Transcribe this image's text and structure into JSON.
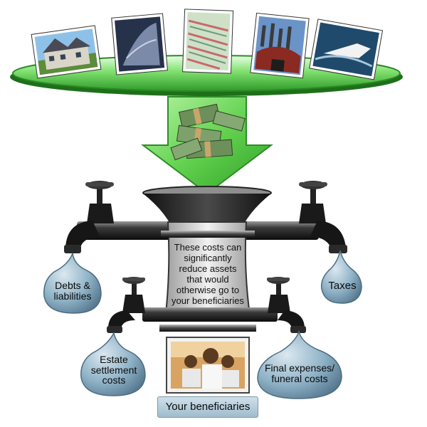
{
  "asset_icons": [
    "house-photo",
    "sailboat-photo",
    "stock-certificates-photo",
    "factory-photo",
    "speedboat-photo"
  ],
  "money_icon": "cash-bundles",
  "center_text": [
    "These costs can",
    "significantly",
    "reduce assets",
    "that would",
    "otherwise go to",
    "your beneficiaries"
  ],
  "drops": {
    "debts": [
      "Debts &",
      "liabilities"
    ],
    "taxes": [
      "Taxes"
    ],
    "estate": [
      "Estate",
      "settlement",
      "costs"
    ],
    "final": [
      "Final expenses/",
      "funeral costs"
    ]
  },
  "beneficiaries_label": "Your beneficiaries",
  "colors": {
    "platter_green": "#3fbf3a",
    "arrow_green": "#5fd04a",
    "pipe_dark": "#1f1f1f",
    "drop_blue": "#8fb2c7",
    "drop_dark": "#5f8299"
  }
}
